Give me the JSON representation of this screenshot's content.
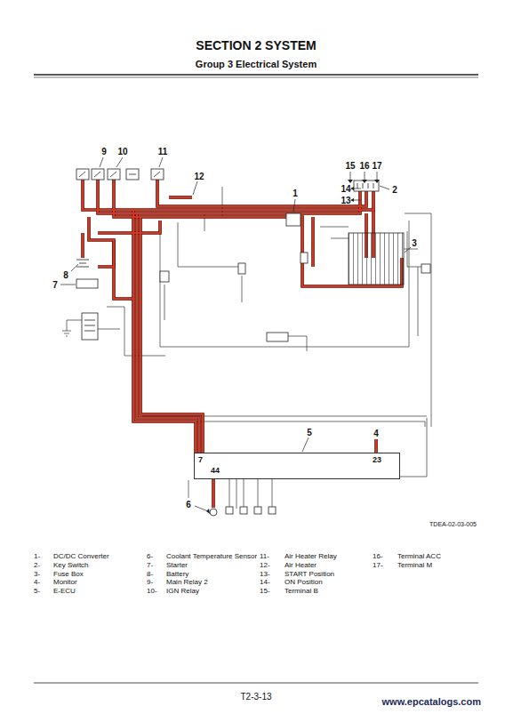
{
  "diagram": {
    "title": "SECTION 2 SYSTEM",
    "nodes": [
      {
        "text": [
          "7",
          "44",
          "23"
        ]
      }
    ],
    "labels": [
      "Group 3 Electrical System",
      "9",
      "10",
      "11",
      "12",
      "1",
      "15",
      "16",
      "17",
      "14",
      "13",
      "2",
      "3",
      "8",
      "7",
      "5",
      "4",
      "6",
      "TDEA-02-03-005",
      "1-",
      "DC/DC Converter",
      "2-",
      "Key Switch",
      "3-",
      "Fuse Box",
      "4-",
      "Monitor",
      "5-",
      "E-ECU",
      "6-",
      "Coolant Temperature Sensor",
      "7-",
      "Starter",
      "8-",
      "Battery",
      "9-",
      "Main Relay 2",
      "10-",
      "IGN Relay",
      "11-",
      "Air Heater Relay",
      "12-",
      "Air Heater",
      "13-",
      "START Position",
      "14-",
      "ON Position",
      "15-",
      "Terminal B",
      "16-",
      "Terminal ACC",
      "17-",
      "Terminal M",
      "T2-3-13",
      "www.epcatalogs.com"
    ]
  }
}
